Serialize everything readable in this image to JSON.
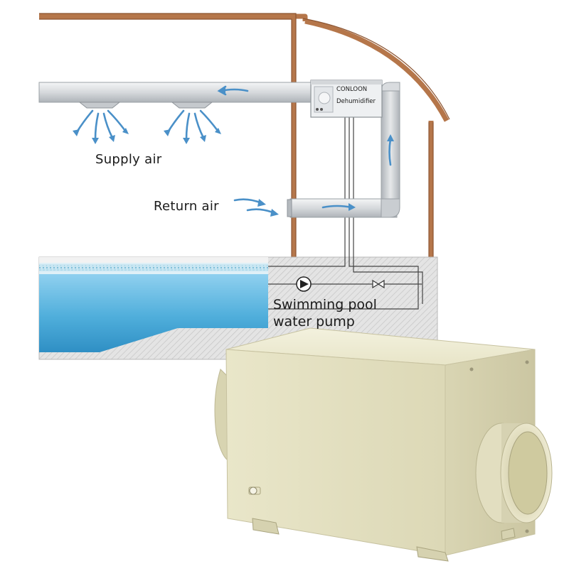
{
  "labels": {
    "supply_air": "Supply  air",
    "return_air": "Return  air",
    "pump_line1": "Swimming pool",
    "pump_line2": "water pump",
    "unit_brand": "CONLOON",
    "unit_name": "Dehumidifier"
  },
  "colors": {
    "building_frame": "#b5764a",
    "duct": "#d9dcdf",
    "airflow_arrow": "#4a90c8",
    "pool_water": "#5fb4dd",
    "ground_hatch": "#d6d6d6",
    "unit_body": "#ece9cf"
  },
  "icons": [
    "pump-symbol-icon",
    "valve-symbol-icon",
    "airflow-arrow-icon"
  ]
}
